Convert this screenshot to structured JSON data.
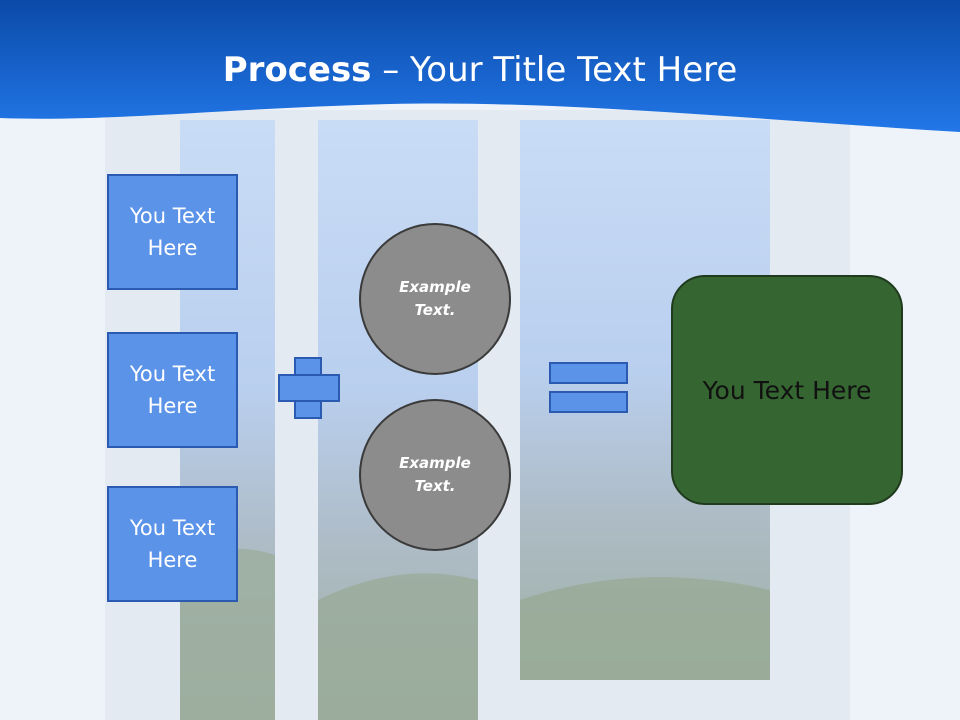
{
  "slide": {
    "title_bold": "Process",
    "title_rest": " – Your Title Text Here",
    "inputs": [
      "You Text Here",
      "You Text Here",
      "You Text Here"
    ],
    "operands": [
      "Example Text.",
      "Example Text."
    ],
    "result": "You Text Here"
  },
  "colors": {
    "header": "#1565d6",
    "box_fill": "#5b93e8",
    "box_border": "#2b5bb0",
    "circle_fill": "#8c8c8c",
    "result_fill": "#356531"
  }
}
